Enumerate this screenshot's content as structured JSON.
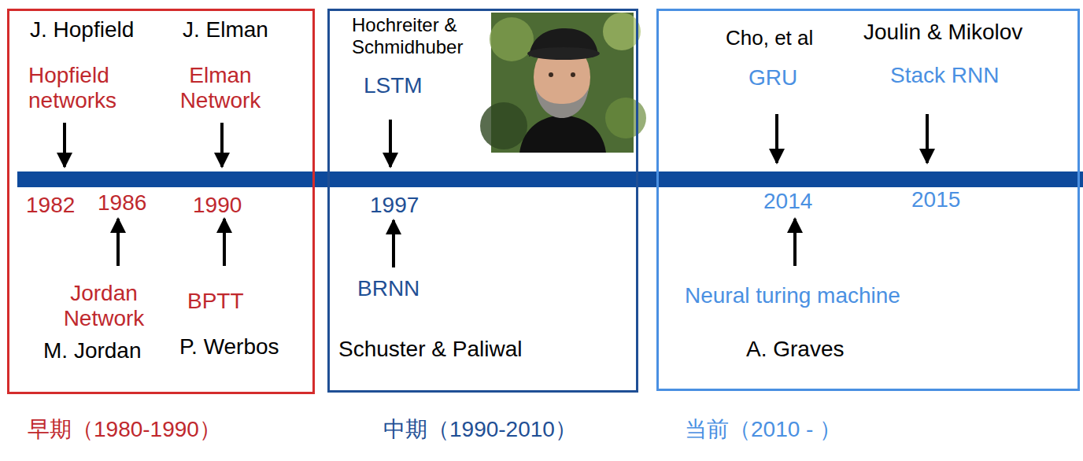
{
  "diagram": {
    "nodes": [
      {
        "text": [
          "J. Hopfield",
          "J. Elman",
          "Hopfield networks",
          "Elman Network",
          "1982",
          "1986",
          "1990",
          "Jordan Network",
          "BPTT",
          "M. Jordan",
          "P. Werbos",
          "早期（1980-1990）"
        ]
      },
      {
        "text": [
          "Hochreiter & Schmidhuber",
          "LSTM",
          "1997",
          "BRNN",
          "Schuster & Paliwal",
          "中期（1990-2010）"
        ]
      },
      {
        "text": [
          "Cho, et al",
          "Joulin & Mikolov",
          "GRU",
          "Stack RNN",
          "2014",
          "2015",
          "Neural turing machine",
          "A. Graves",
          "当前（2010 - ）"
        ]
      }
    ]
  }
}
